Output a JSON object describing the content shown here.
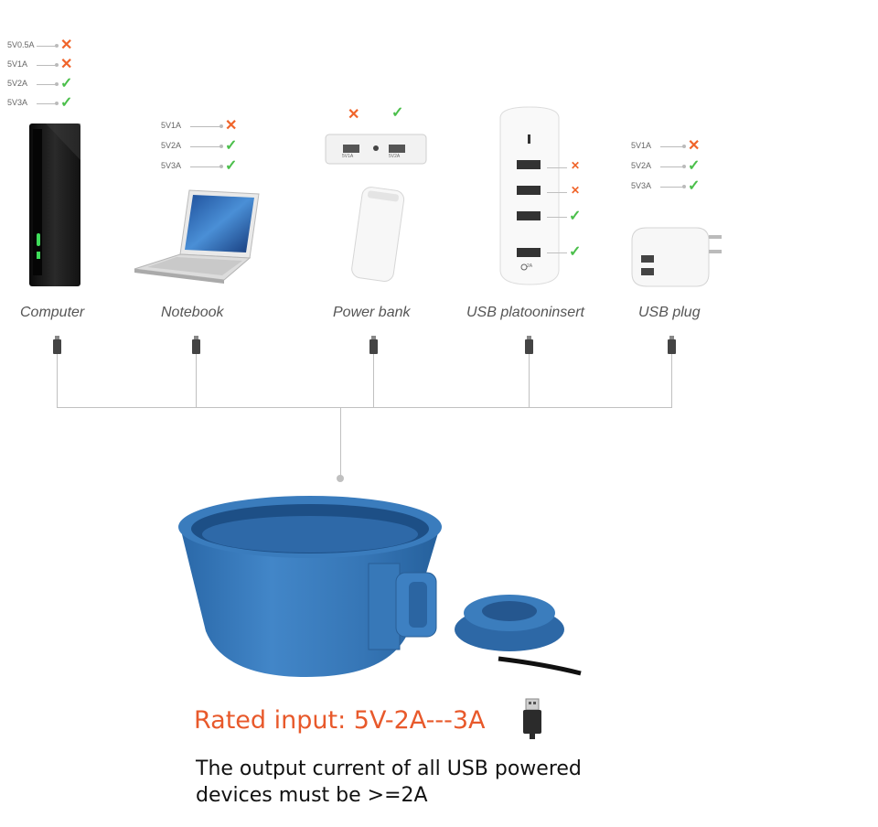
{
  "devices": [
    {
      "name": "Computer",
      "specs": [
        {
          "label": "5V0.5A",
          "ok": false
        },
        {
          "label": "5V1A",
          "ok": false
        },
        {
          "label": "5V2A",
          "ok": true
        },
        {
          "label": "5V3A",
          "ok": true
        }
      ]
    },
    {
      "name": "Notebook",
      "specs": [
        {
          "label": "5V1A",
          "ok": false
        },
        {
          "label": "5V2A",
          "ok": true
        },
        {
          "label": "5V3A",
          "ok": true
        }
      ]
    },
    {
      "name": "Power bank",
      "ports": [
        "5V1A",
        "5V2A"
      ],
      "port_ok": [
        false,
        true
      ]
    },
    {
      "name": "USB platooninsert",
      "port_ok": [
        false,
        false,
        true,
        true
      ],
      "port_tag": "2A"
    },
    {
      "name": "USB plug",
      "specs": [
        {
          "label": "5V1A",
          "ok": false
        },
        {
          "label": "5V2A",
          "ok": true
        },
        {
          "label": "5V3A",
          "ok": true
        }
      ]
    }
  ],
  "rated_input": "Rated input: 5V-2A---3A",
  "note_line1": "The output current of all USB powered",
  "note_line2": "devices must be >=2A",
  "marks": {
    "ok": "✓",
    "bad": "✕"
  },
  "colors": {
    "accent": "#e8592b",
    "ok": "#4bbf4b",
    "bad": "#f0642a",
    "bowl": "#3b7dbd"
  }
}
